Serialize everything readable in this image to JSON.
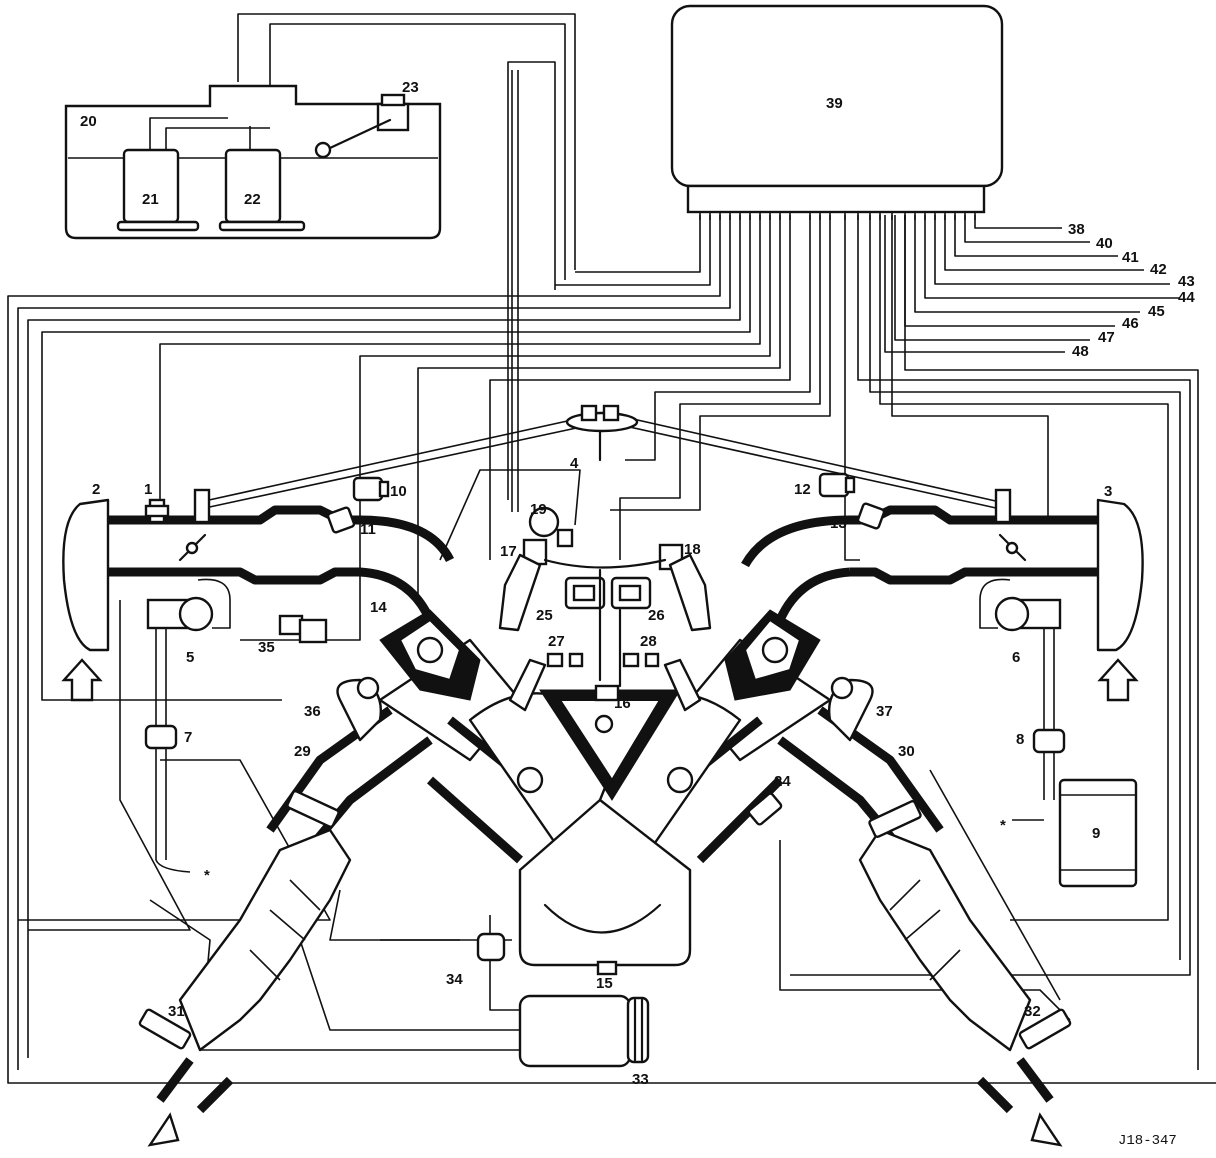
{
  "callouts": [
    "1",
    "2",
    "3",
    "4",
    "5",
    "6",
    "7",
    "8",
    "9",
    "10",
    "11",
    "12",
    "13",
    "14",
    "15",
    "16",
    "17",
    "18",
    "19",
    "20",
    "21",
    "22",
    "23",
    "24",
    "25",
    "26",
    "27",
    "28",
    "29",
    "30",
    "31",
    "32",
    "33",
    "34",
    "35",
    "36",
    "37",
    "38",
    "39",
    "40",
    "41",
    "42",
    "43",
    "44",
    "45",
    "46",
    "47",
    "48"
  ],
  "markers": {
    "left": "*",
    "right": "*"
  },
  "figure_id": "J18-347",
  "colors": {
    "ink": "#111111",
    "paper": "#ffffff"
  }
}
